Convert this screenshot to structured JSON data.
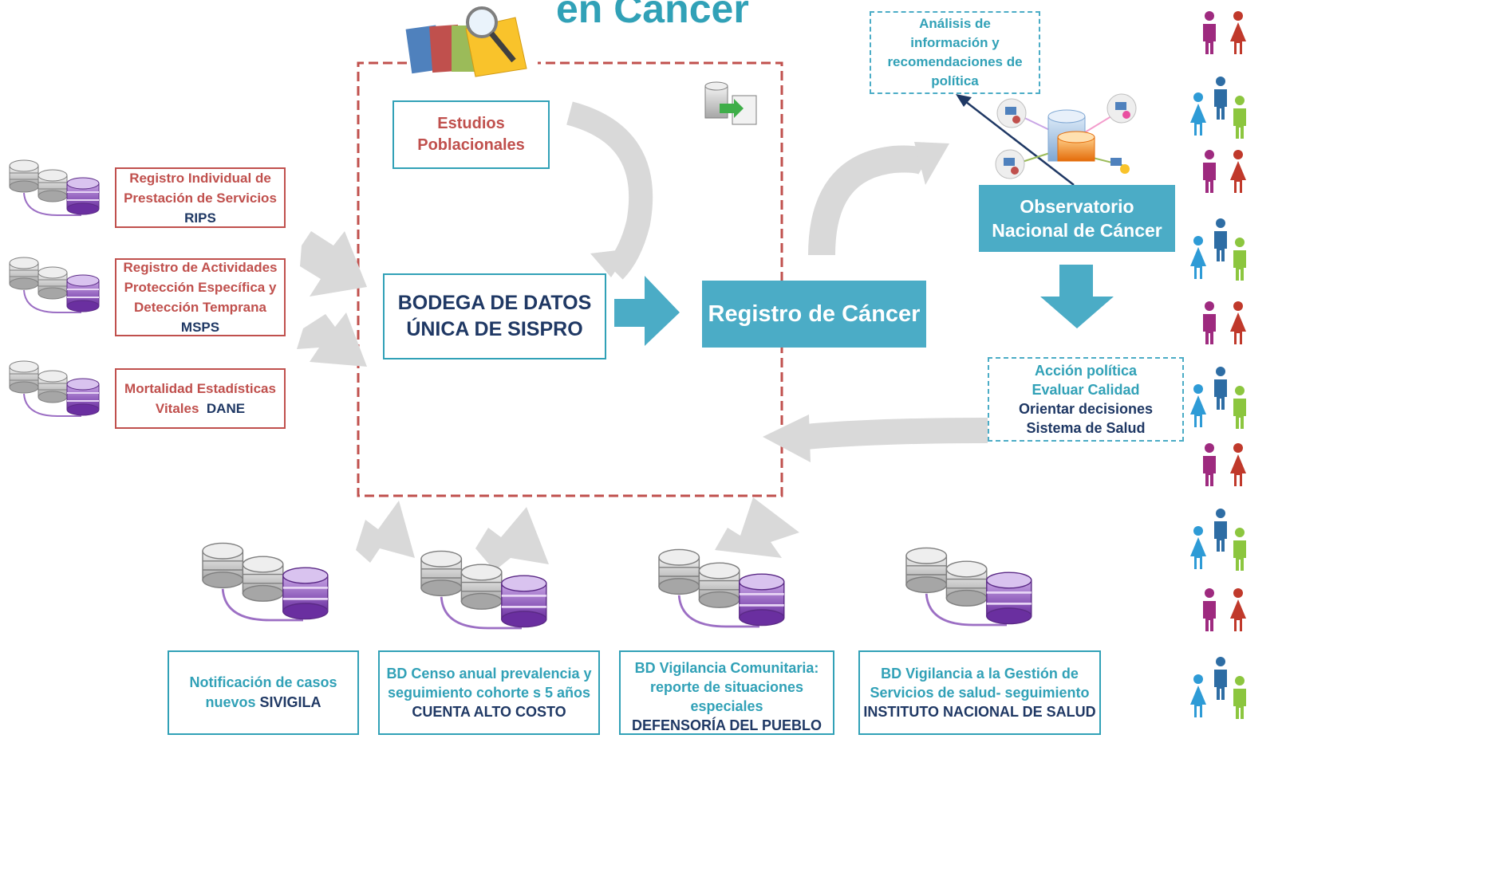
{
  "title_fragment": "en Cáncer",
  "sources_left": [
    {
      "line1": "Registro Individual de",
      "line2": "Prestación de Servicios",
      "source": "RIPS"
    },
    {
      "line1": "Registro de Actividades",
      "line2": "Protección Específica y",
      "line3": "Detección Temprana",
      "source": "MSPS"
    },
    {
      "line1": "Mortalidad Estadísticas",
      "line2": "Vitales",
      "source": "DANE"
    }
  ],
  "estudios": {
    "line1": "Estudios",
    "line2": "Poblacionales"
  },
  "bodega": {
    "line1": "BODEGA DE DATOS",
    "line2": "ÚNICA DE SISPRO"
  },
  "registro": {
    "label": "Registro de Cáncer"
  },
  "observatorio": {
    "line1": "Observatorio",
    "line2": "Nacional de Cáncer"
  },
  "analisis": {
    "line1": "Análisis de",
    "line2": "información y",
    "line3": "recomendaciones de",
    "line4": "política"
  },
  "accion": {
    "line1": "Acción política",
    "line2": "Evaluar Calidad",
    "line3": "Orientar decisiones",
    "line4": "Sistema de Salud"
  },
  "sources_bottom": [
    {
      "line1": "Notificación de casos",
      "line2": "nuevos",
      "source": "SIVIGILA"
    },
    {
      "line1": "BD Censo anual prevalencia y",
      "line2": "seguimiento cohorte s 5 años",
      "source": "CUENTA ALTO COSTO"
    },
    {
      "line1": "BD Vigilancia Comunitaria:",
      "line2": "reporte de situaciones",
      "line3": "especiales",
      "source": "DEFENSORÍA DEL PUEBLO"
    },
    {
      "line1": "BD Vigilancia a la Gestión de",
      "line2": "Servicios de salud- seguimiento",
      "source": "INSTITUTO NACIONAL DE SALUD"
    }
  ],
  "colors": {
    "teal": "#31a1b7",
    "red": "#c0504d",
    "navy": "#1f3864",
    "arrow_gray": "#d9d9d9"
  }
}
